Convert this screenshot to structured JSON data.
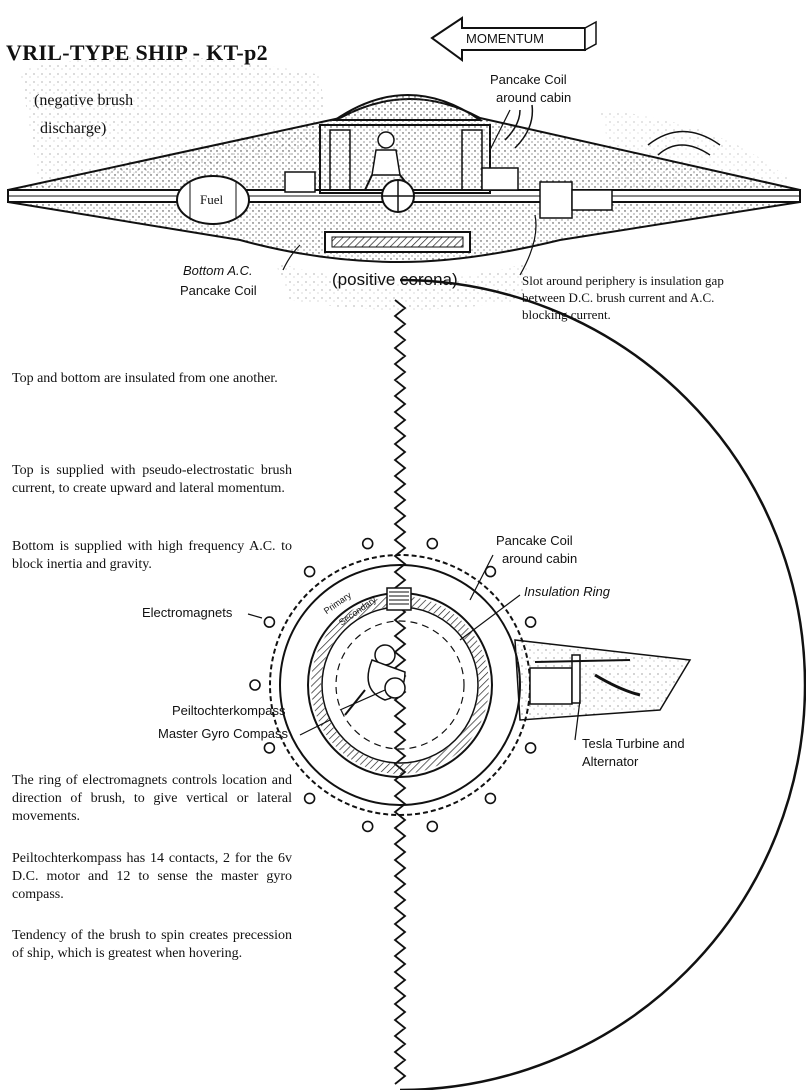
{
  "title": "VRIL-TYPE SHIP - KT-p2",
  "arrow_label": "MOMENTUM",
  "top_view": {
    "negative_brush_1": "(negative brush",
    "negative_brush_2": "discharge)",
    "pancake_coil_cabin_1": "Pancake Coil",
    "pancake_coil_cabin_2": "around cabin",
    "fuel": "Fuel",
    "bottom_coil_1": "Bottom A.C.",
    "bottom_coil_2": "Pancake Coil",
    "positive_corona": "(positive corona)",
    "slot_1": "Slot around periphery is insulation gap",
    "slot_2": "between D.C. brush current and A.C.",
    "slot_3": "blocking current."
  },
  "plan_view": {
    "pancake_coil_cabin_1": "Pancake Coil",
    "pancake_coil_cabin_2": "around cabin",
    "insulation_ring": "Insulation Ring",
    "electromagnets": "Electromagnets",
    "primary": "Primary",
    "secondary": "Secondary",
    "peiltochterkompass": "Peiltochterkompass",
    "master_gyro": "Master Gyro Compass",
    "tesla_1": "Tesla Turbine and",
    "tesla_2": "Alternator"
  },
  "notes": {
    "insulated": "Top and bottom are insulated from one another.",
    "top_supply": "Top is supplied with pseudo-electrostatic brush current, to create upward and lateral momentum.",
    "bottom_supply": "Bottom is supplied with high frequency A.C. to block inertia and gravity.",
    "ring": "The ring of electromagnets controls location and direction of brush, to give vertical or lateral movements.",
    "contacts": "Peiltochterkompass has 14 contacts, 2 for the 6v D.C. motor and 12 to sense the master gyro compass.",
    "tendency": "Tendency of the brush to spin creates precession of ship, which is greatest when hovering."
  }
}
